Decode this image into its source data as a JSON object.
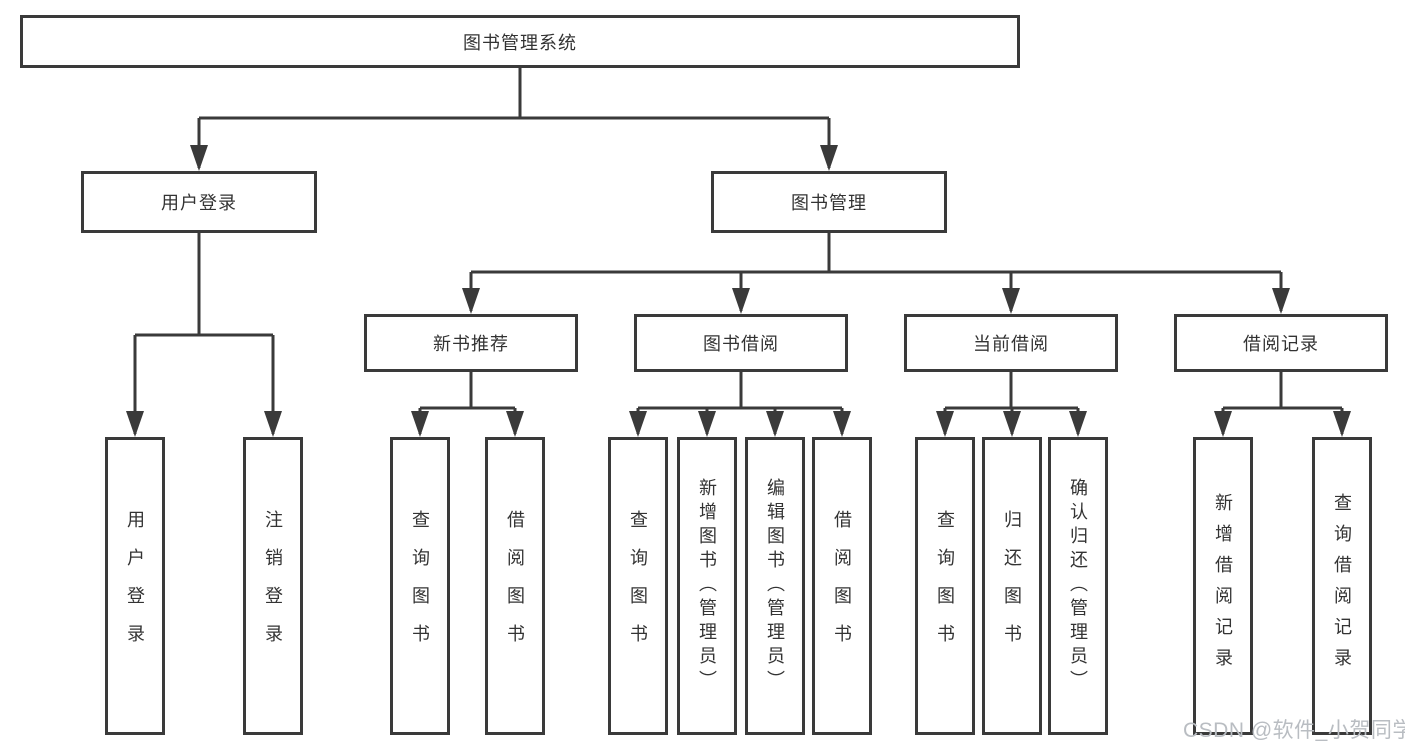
{
  "diagram": {
    "title": "图书管理系统",
    "tree": {
      "label": "图书管理系统",
      "children": [
        {
          "label": "用户登录",
          "children": [
            {
              "label": "用户登录"
            },
            {
              "label": "注销登录"
            }
          ]
        },
        {
          "label": "图书管理",
          "children": [
            {
              "label": "新书推荐",
              "children": [
                {
                  "label": "查询图书"
                },
                {
                  "label": "借阅图书"
                }
              ]
            },
            {
              "label": "图书借阅",
              "children": [
                {
                  "label": "查询图书"
                },
                {
                  "label": "新增图书（管理员）"
                },
                {
                  "label": "编辑图书（管理员）"
                },
                {
                  "label": "借阅图书"
                }
              ]
            },
            {
              "label": "当前借阅",
              "children": [
                {
                  "label": "查询图书"
                },
                {
                  "label": "归还图书"
                },
                {
                  "label": "确认归还（管理员）"
                }
              ]
            },
            {
              "label": "借阅记录",
              "children": [
                {
                  "label": "新增借阅记录"
                },
                {
                  "label": "查询借阅记录"
                }
              ]
            }
          ]
        }
      ]
    }
  },
  "watermark": {
    "text": "CSDN @软件_小贺同学"
  },
  "colors": {
    "border": "#3a3a3a",
    "line": "#3a3a3a",
    "text": "#333333",
    "background": "#ffffff",
    "watermark": "#b9bdc2"
  }
}
